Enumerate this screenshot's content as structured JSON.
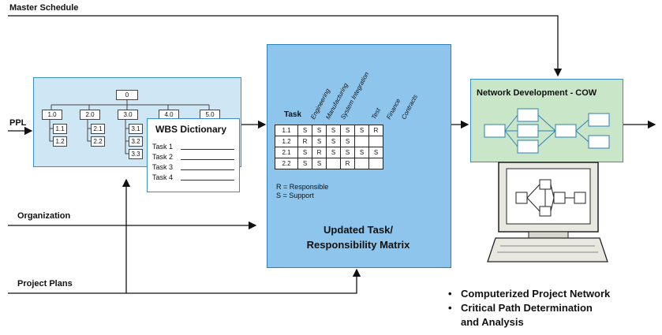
{
  "inputs": {
    "master_schedule": "Master Schedule",
    "ppl": "PPL",
    "organization": "Organization",
    "project_plans": "Project Plans"
  },
  "wbs": {
    "root": "0",
    "level1": [
      "1.0",
      "2.0",
      "3.0",
      "4.0",
      "5.0"
    ],
    "level2": [
      "1.1",
      "1.2",
      "2.1",
      "2.2",
      "3.1",
      "3.2",
      "3.3"
    ]
  },
  "wbs_dictionary": {
    "title": "WBS Dictionary",
    "tasks": [
      "Task 1",
      "Task 2",
      "Task 3",
      "Task 4"
    ]
  },
  "matrix": {
    "task_header": "Task",
    "columns": [
      "Engineering",
      "Manufacturing",
      "System Integration",
      "Test",
      "Finance",
      "Contracts"
    ],
    "rows": [
      {
        "task": "1.1",
        "cells": [
          "S",
          "S",
          "S",
          "S",
          "S",
          "R"
        ]
      },
      {
        "task": "1.2",
        "cells": [
          "R",
          "S",
          "S",
          "S",
          "",
          ""
        ]
      },
      {
        "task": "2.1",
        "cells": [
          "S",
          "R",
          "S",
          "S",
          "S",
          "S"
        ]
      },
      {
        "task": "2.2",
        "cells": [
          "S",
          "S",
          "",
          "R",
          "",
          ""
        ]
      }
    ],
    "legend_r": "R = Responsible",
    "legend_s": "S = Support",
    "title_line1": "Updated Task/",
    "title_line2": "Responsibility Matrix"
  },
  "network": {
    "title": "Network Development - COW"
  },
  "bullets": [
    "Computerized Project Network",
    "Critical Path Determination",
    "and Analysis"
  ],
  "colors": {
    "wbs_panel": "#cfe6f5",
    "matrix_panel": "#8ec5ec",
    "network_panel": "#c9e6c9",
    "border_blue": "#3b8fc7"
  }
}
